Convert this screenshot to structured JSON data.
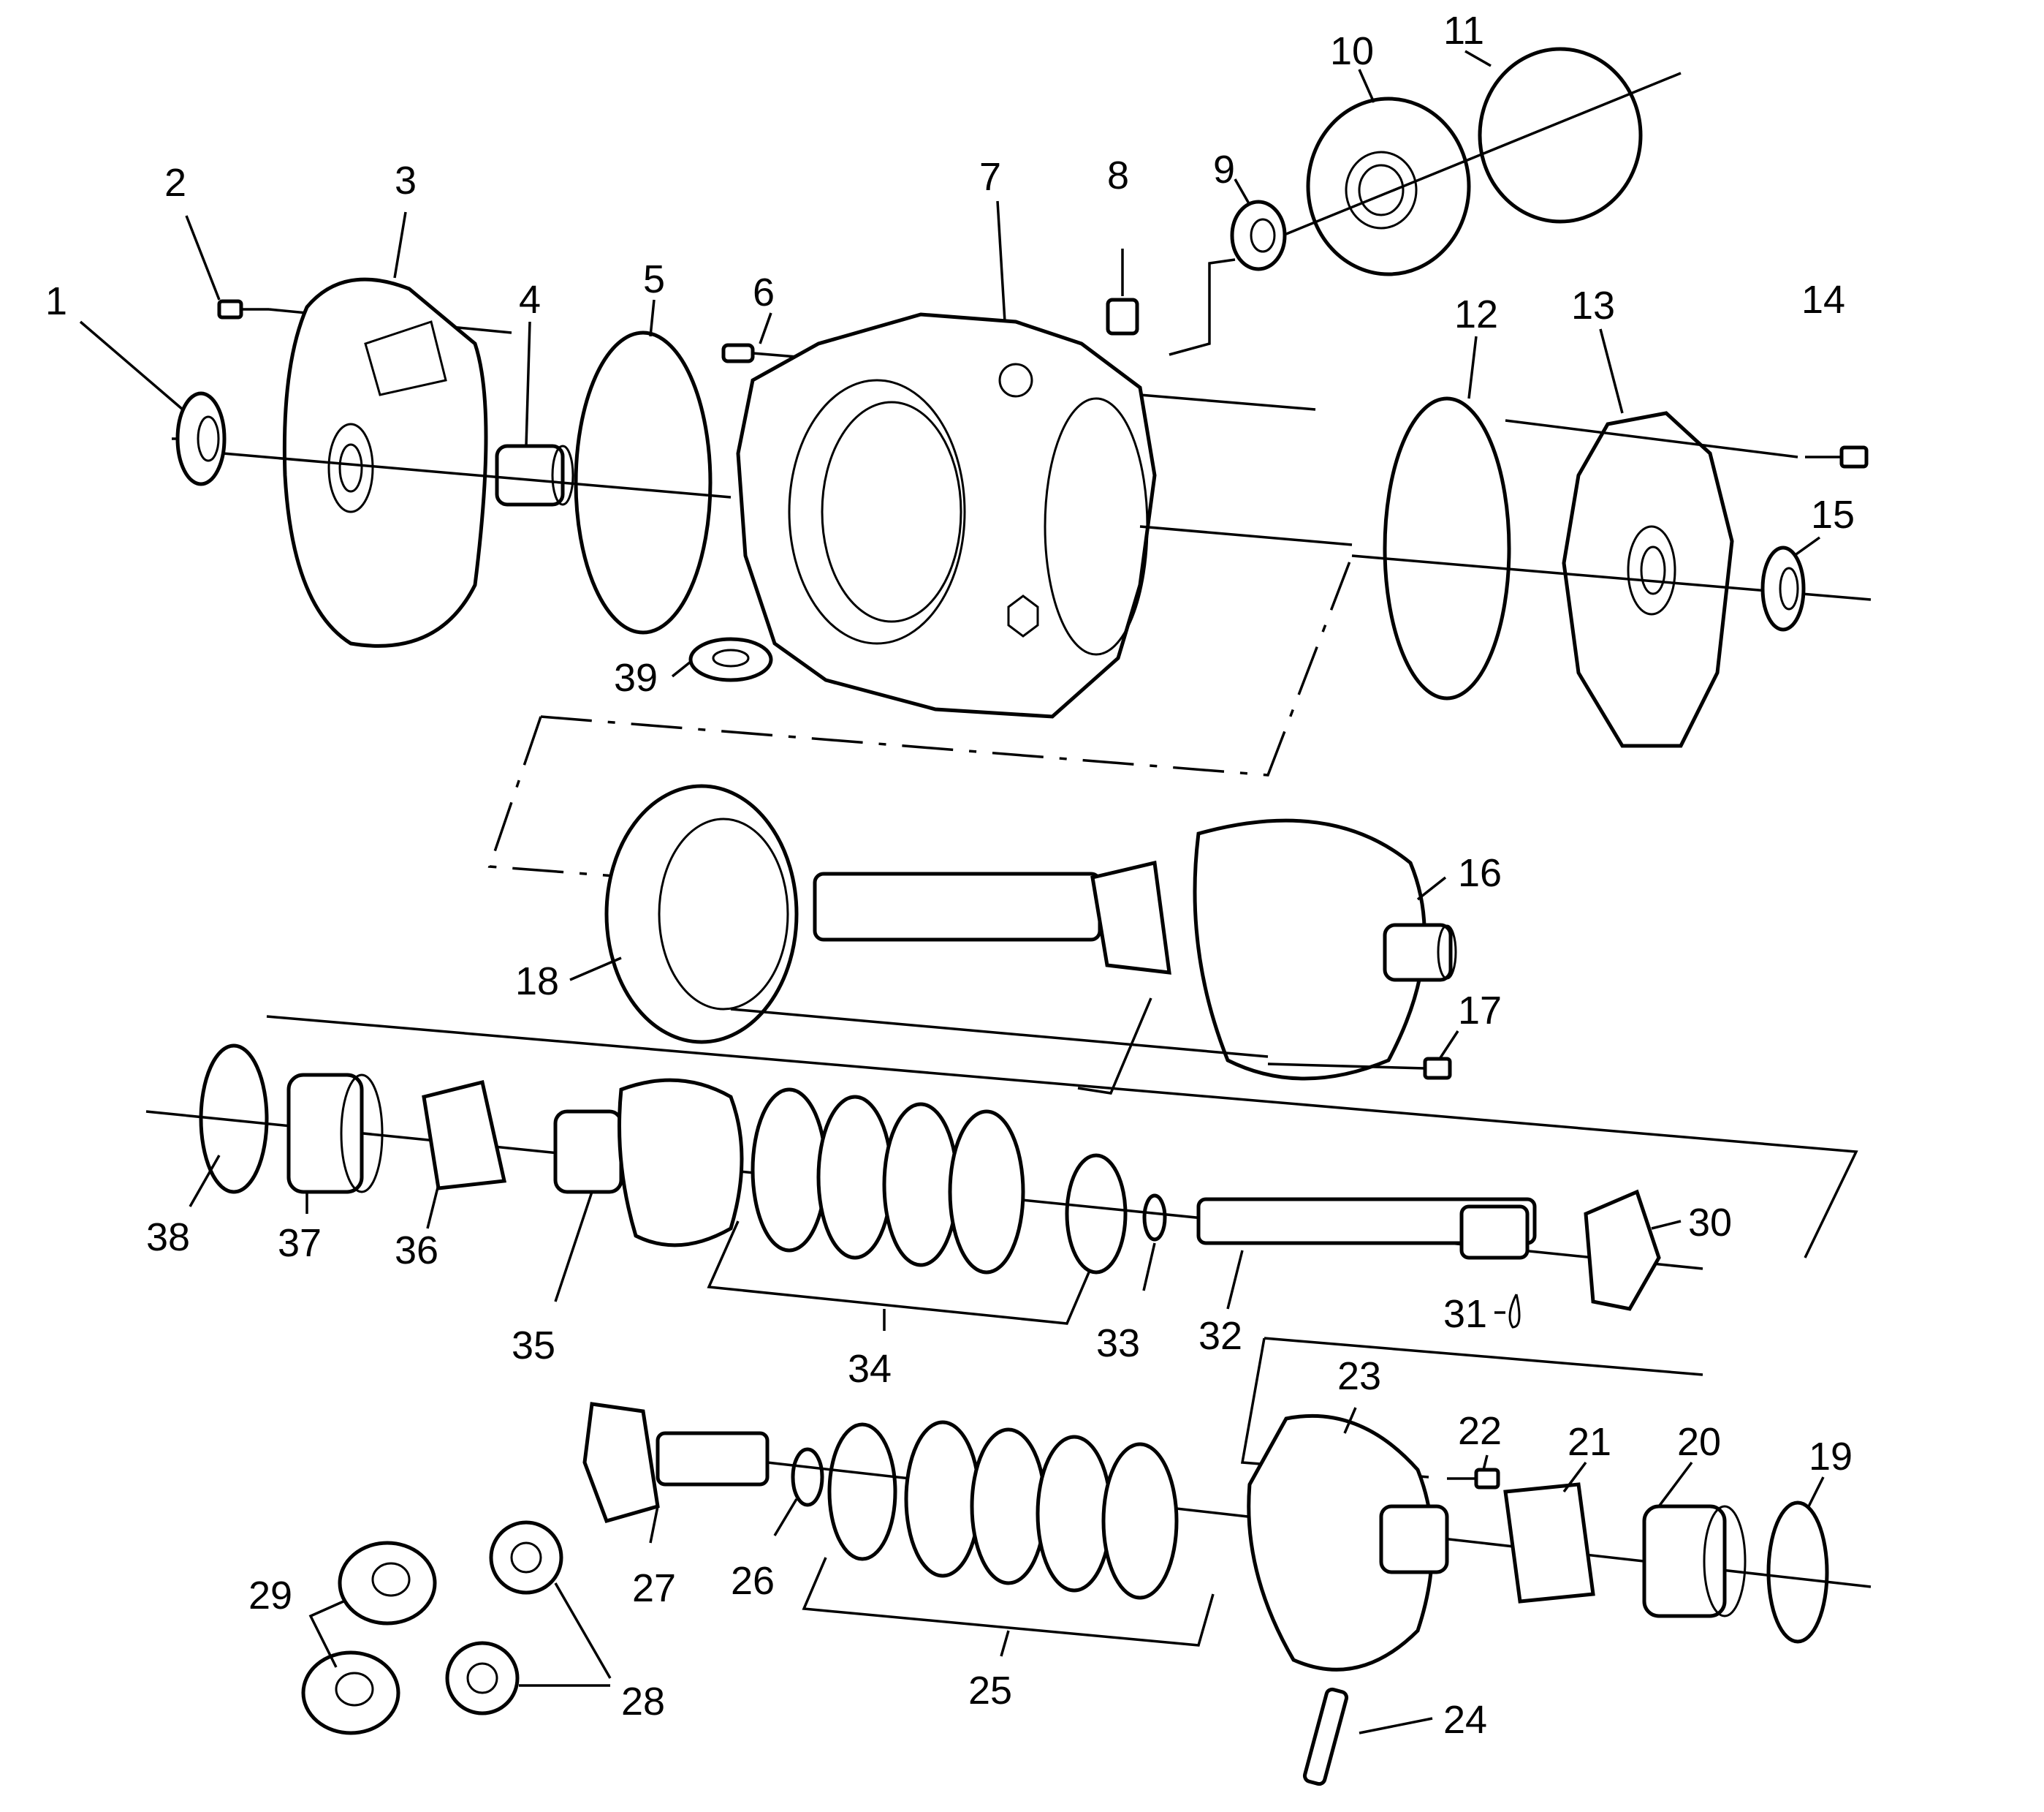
{
  "labels": {
    "l1": "1",
    "l2": "2",
    "l3": "3",
    "l4": "4",
    "l5": "5",
    "l6": "6",
    "l7": "7",
    "l8": "8",
    "l9": "9",
    "l10": "10",
    "l11": "11",
    "l12": "12",
    "l13": "13",
    "l14": "14",
    "l15": "15",
    "l16": "16",
    "l17": "17",
    "l18": "18",
    "l19": "19",
    "l20": "20",
    "l21": "21",
    "l22": "22",
    "l23": "23",
    "l24": "24",
    "l25": "25",
    "l26": "26",
    "l27": "27",
    "l28": "28",
    "l29": "29",
    "l30": "30",
    "l31": "31",
    "l32": "32",
    "l33": "33",
    "l34": "34",
    "l35": "35",
    "l36": "36",
    "l37": "37",
    "l38": "38",
    "l39": "39"
  },
  "colors": {
    "line": "#000000",
    "background": "#ffffff"
  }
}
